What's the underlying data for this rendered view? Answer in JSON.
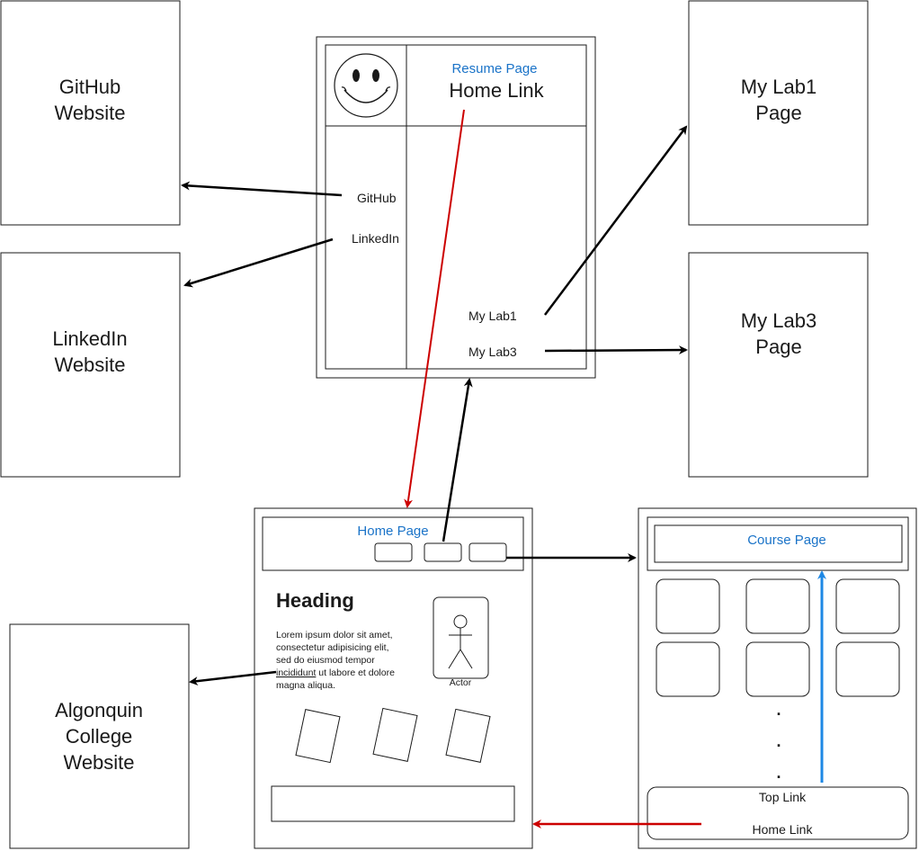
{
  "external_pages": {
    "github": [
      "GitHub",
      "Website"
    ],
    "linkedin": [
      "LinkedIn",
      "Website"
    ],
    "lab1": [
      "My Lab1",
      "Page"
    ],
    "lab3": [
      "My Lab3",
      "Page"
    ],
    "algonquin": [
      "Algonquin",
      "College",
      "Website"
    ]
  },
  "resume_page": {
    "title": "Resume Page",
    "home_link": "Home Link",
    "links": {
      "github": "GitHub",
      "linkedin": "LinkedIn",
      "lab1": "My Lab1",
      "lab3": "My Lab3"
    }
  },
  "home_page": {
    "title": "Home Page",
    "heading": "Heading",
    "body_lines": [
      "Lorem ipsum dolor sit amet,",
      "consectetur adipisicing elit,",
      "sed do eiusmod tempor",
      "incididunt ut labore et dolore",
      "magna aliqua."
    ],
    "actor_label": "Actor"
  },
  "course_page": {
    "title": "Course Page",
    "dots": [
      ".",
      ".",
      "."
    ],
    "top_link": "Top Link",
    "home_link": "Home Link"
  },
  "colors": {
    "border": "#1a1a1a",
    "accent_blue": "#1a73c8",
    "arrow_red": "#cc0000",
    "arrow_blue": "#1e88e5"
  }
}
